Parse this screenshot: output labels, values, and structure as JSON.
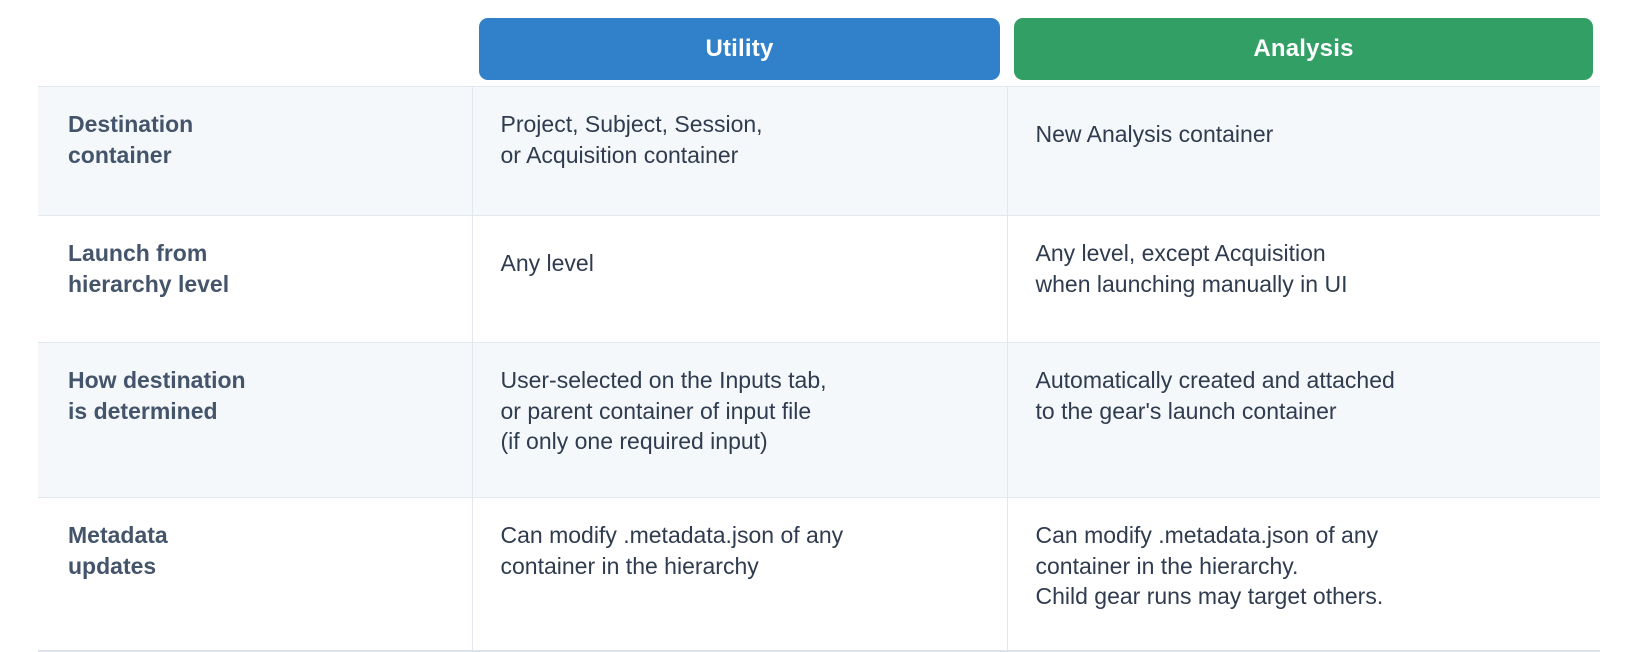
{
  "table": {
    "name": "utility-vs-analysis-gear-comparison",
    "columns": [
      {
        "key": "attribute",
        "label": ""
      },
      {
        "key": "utility",
        "label": "Utility",
        "color": "#3180ca"
      },
      {
        "key": "analysis",
        "label": "Analysis",
        "color": "#32a065"
      }
    ],
    "rows": [
      {
        "label_lines": [
          "Destination",
          "container"
        ],
        "utility_lines": [
          "Project, Subject, Session,",
          "or Acquisition container"
        ],
        "analysis_lines": [
          "New Analysis container"
        ]
      },
      {
        "label_lines": [
          "Launch from",
          "hierarchy level"
        ],
        "utility_lines": [
          "Any level"
        ],
        "analysis_lines": [
          "Any level, except Acquisition",
          "when launching manually in UI"
        ]
      },
      {
        "label_lines": [
          "How destination",
          "is determined"
        ],
        "utility_lines": [
          "User-selected on the Inputs tab,",
          "or parent container of input file",
          "(if only one required input)"
        ],
        "analysis_lines": [
          "Automatically created and attached",
          "to the gear's launch container"
        ]
      },
      {
        "label_lines": [
          "Metadata",
          "updates"
        ],
        "utility_lines": [
          "Can modify .metadata.json of any",
          "container in the hierarchy"
        ],
        "analysis_lines": [
          "Can modify .metadata.json of any",
          "container in the hierarchy.",
          "Child gear runs may target others."
        ]
      }
    ]
  },
  "colors": {
    "utility_header": "#3180ca",
    "analysis_header": "#32a065",
    "stripe_row": "#f5f8fb",
    "plain_row": "#ffffff",
    "grid_line": "#e3e8ee",
    "label_text": "#44546a",
    "body_text": "#2f3b4e",
    "header_text": "#ffffff"
  }
}
